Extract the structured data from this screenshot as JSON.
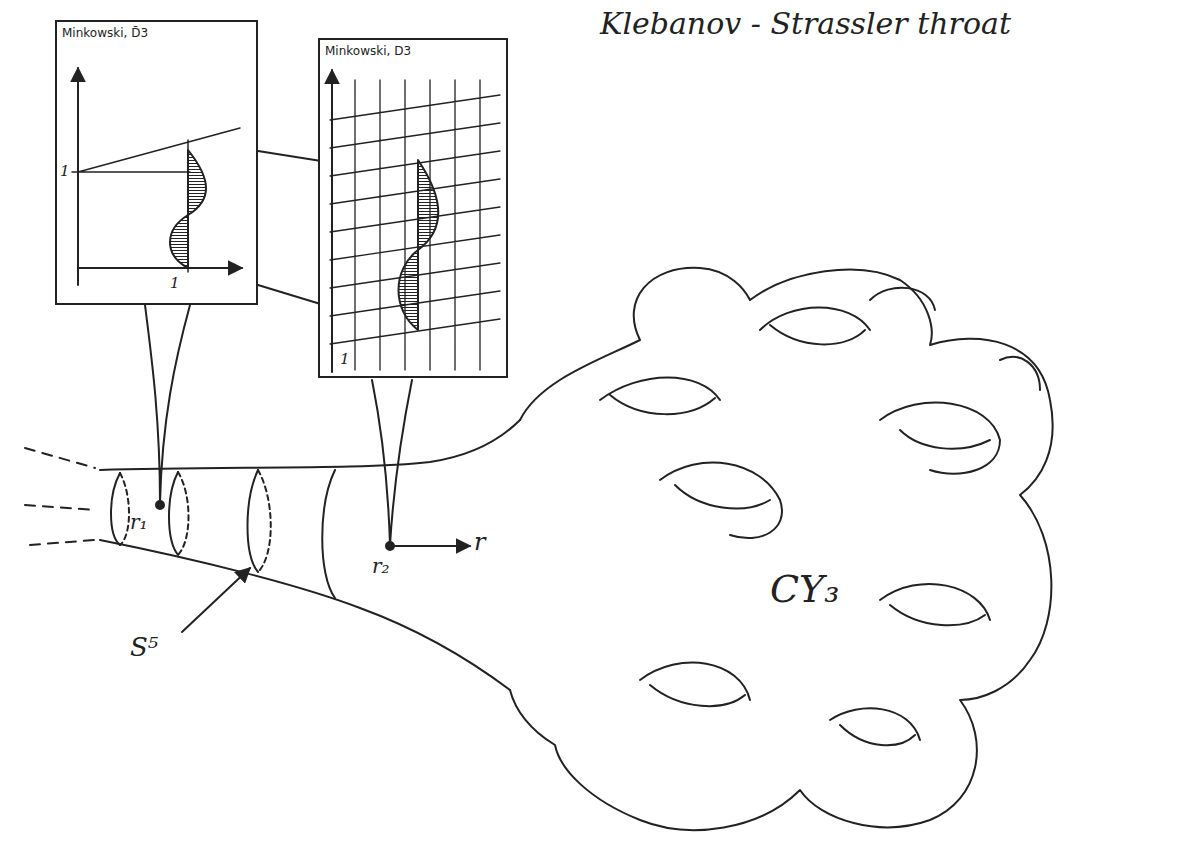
{
  "diagram": {
    "title": "Klebanov - Strassler throat",
    "nodes": [
      {
        "text": [
          "Minkowski, D̄3"
        ]
      },
      {
        "text": [
          "Minkowski, D3"
        ]
      }
    ],
    "edges": [
      {
        "from": 0,
        "to": 1,
        "arrow": "none"
      },
      {
        "from": 0,
        "to": 1,
        "arrow": "none"
      }
    ],
    "labels": [
      "1",
      "1",
      "1",
      "r₁",
      "r₂",
      "r",
      "S⁵",
      "CY₃"
    ]
  }
}
